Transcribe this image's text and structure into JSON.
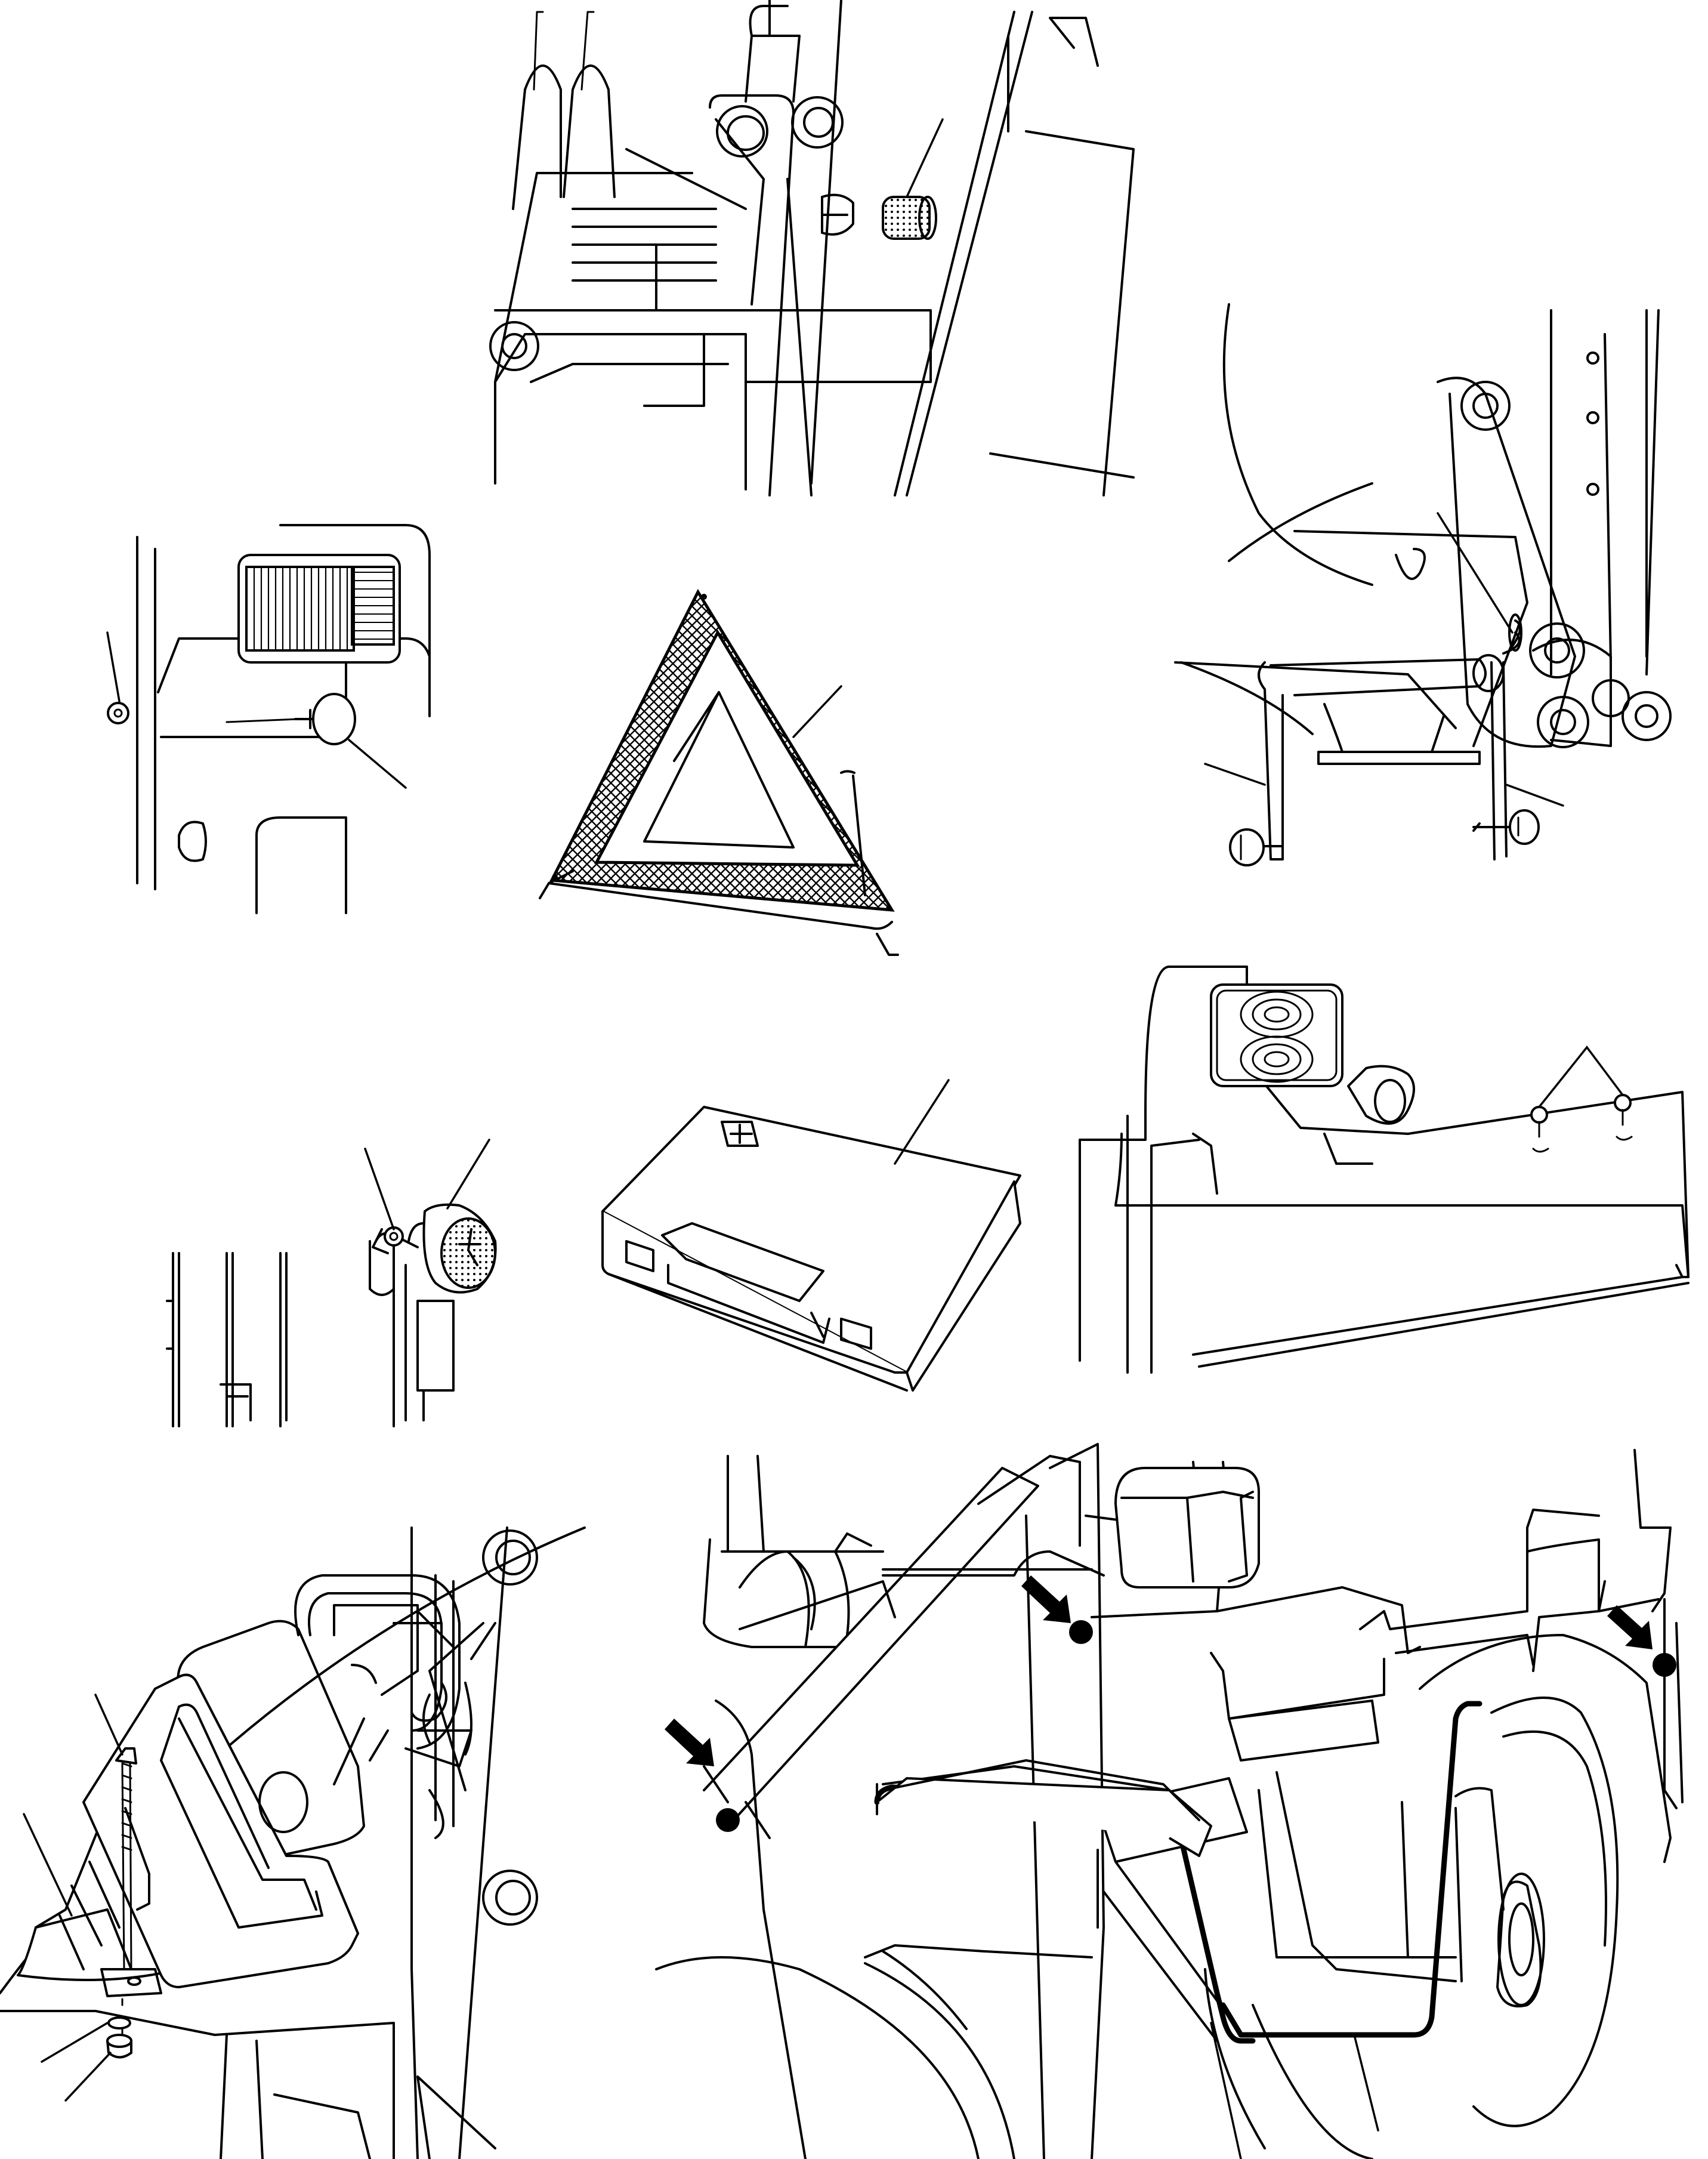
{
  "figure": {
    "panels": [
      {
        "id": "boom-pin",
        "items": [
          "protective-sleeve"
        ]
      },
      {
        "id": "rear-reflector-right",
        "items": [
          "reflector-nut",
          "rear-reflector"
        ]
      },
      {
        "id": "warning-triangle",
        "items": [
          "warning-triangle"
        ]
      },
      {
        "id": "loader-arm-reflectors",
        "items": [
          "clip-pin",
          "reflector-bracket-left",
          "reflector-bracket-right"
        ]
      },
      {
        "id": "side-reflector",
        "items": [
          "side-reflector-nut",
          "side-reflector"
        ]
      },
      {
        "id": "first-aid-kit",
        "items": [
          "first-aid-kit"
        ]
      },
      {
        "id": "lamp-screws",
        "items": [
          "mounting-screws"
        ]
      },
      {
        "id": "wheel-chock",
        "items": [
          "chock-bolt",
          "wheel-chock",
          "chock-washer",
          "chock-nut"
        ]
      },
      {
        "id": "mudguard-marking",
        "items": [
          "contour-marking-front",
          "contour-marking-rear"
        ],
        "arrows": 3
      }
    ]
  },
  "colors": {
    "line": "#000000",
    "background": "#ffffff"
  }
}
